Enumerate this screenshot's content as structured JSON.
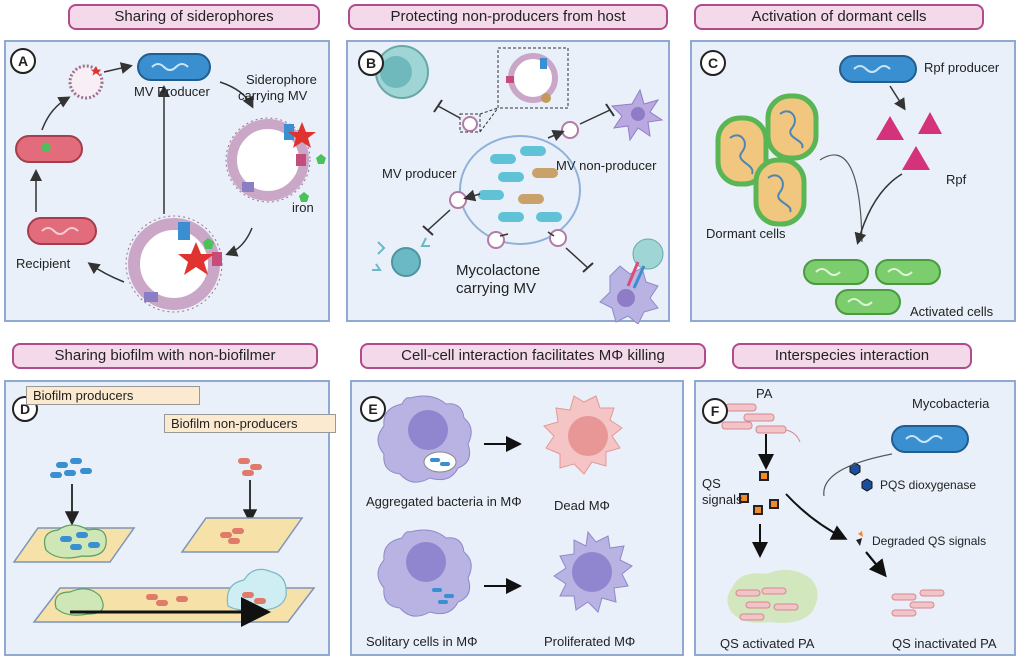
{
  "panels": {
    "A": {
      "letter": "A",
      "title": "Sharing of siderophores",
      "labels": {
        "mv_producer": "MV Producer",
        "siderophore_mv_line1": "Siderophore",
        "siderophore_mv_line2": "carrying MV",
        "iron": "iron",
        "recipient": "Recipient"
      }
    },
    "B": {
      "letter": "B",
      "title": "Protecting non-producers from host",
      "labels": {
        "mv_producer": "MV producer",
        "mv_non_producer": "MV non-producer",
        "mycolactone_line1": "Mycolactone",
        "mycolactone_line2": "carrying MV"
      }
    },
    "C": {
      "letter": "C",
      "title": "Activation of dormant cells",
      "labels": {
        "rpf_producer": "Rpf producer",
        "rpf": "Rpf",
        "dormant_cells": "Dormant cells",
        "activated_cells": "Activated cells"
      }
    },
    "D": {
      "letter": "D",
      "title": "Sharing biofilm with non-biofilmer",
      "labels": {
        "biofilm_producers": "Biofilm producers",
        "biofilm_non_producers": "Biofilm non-producers"
      }
    },
    "E": {
      "letter": "E",
      "title": "Cell-cell interaction  facilitates MΦ killing",
      "labels": {
        "aggregated": "Aggregated bacteria in MΦ",
        "dead": "Dead MΦ",
        "solitary": "Solitary cells in MΦ",
        "proliferated": "Proliferated MΦ"
      }
    },
    "F": {
      "letter": "F",
      "title": "Interspecies interaction",
      "labels": {
        "pa": "PA",
        "mycobacteria": "Mycobacteria",
        "qs_signals_line1": "QS",
        "qs_signals_line2": "signals",
        "pqs_dioxygenase": "PQS dioxygenase",
        "degraded": "Degraded QS signals",
        "qs_activated": "QS activated PA",
        "qs_inactivated": "QS inactivated PA"
      }
    }
  },
  "colors": {
    "title_fill": "#f4d9ea",
    "title_border": "#b04b8c",
    "panel_fill": "#e9f0fa",
    "panel_border": "#8fa9d3",
    "producer_blue": "#3a8fd0",
    "recipient_red": "#e26c7c",
    "rpf_magenta": "#d4327a",
    "activated_green": "#7ccd6e",
    "pa_pink": "#e8a0a8",
    "macrophage_purple": "#b9b3e3"
  }
}
